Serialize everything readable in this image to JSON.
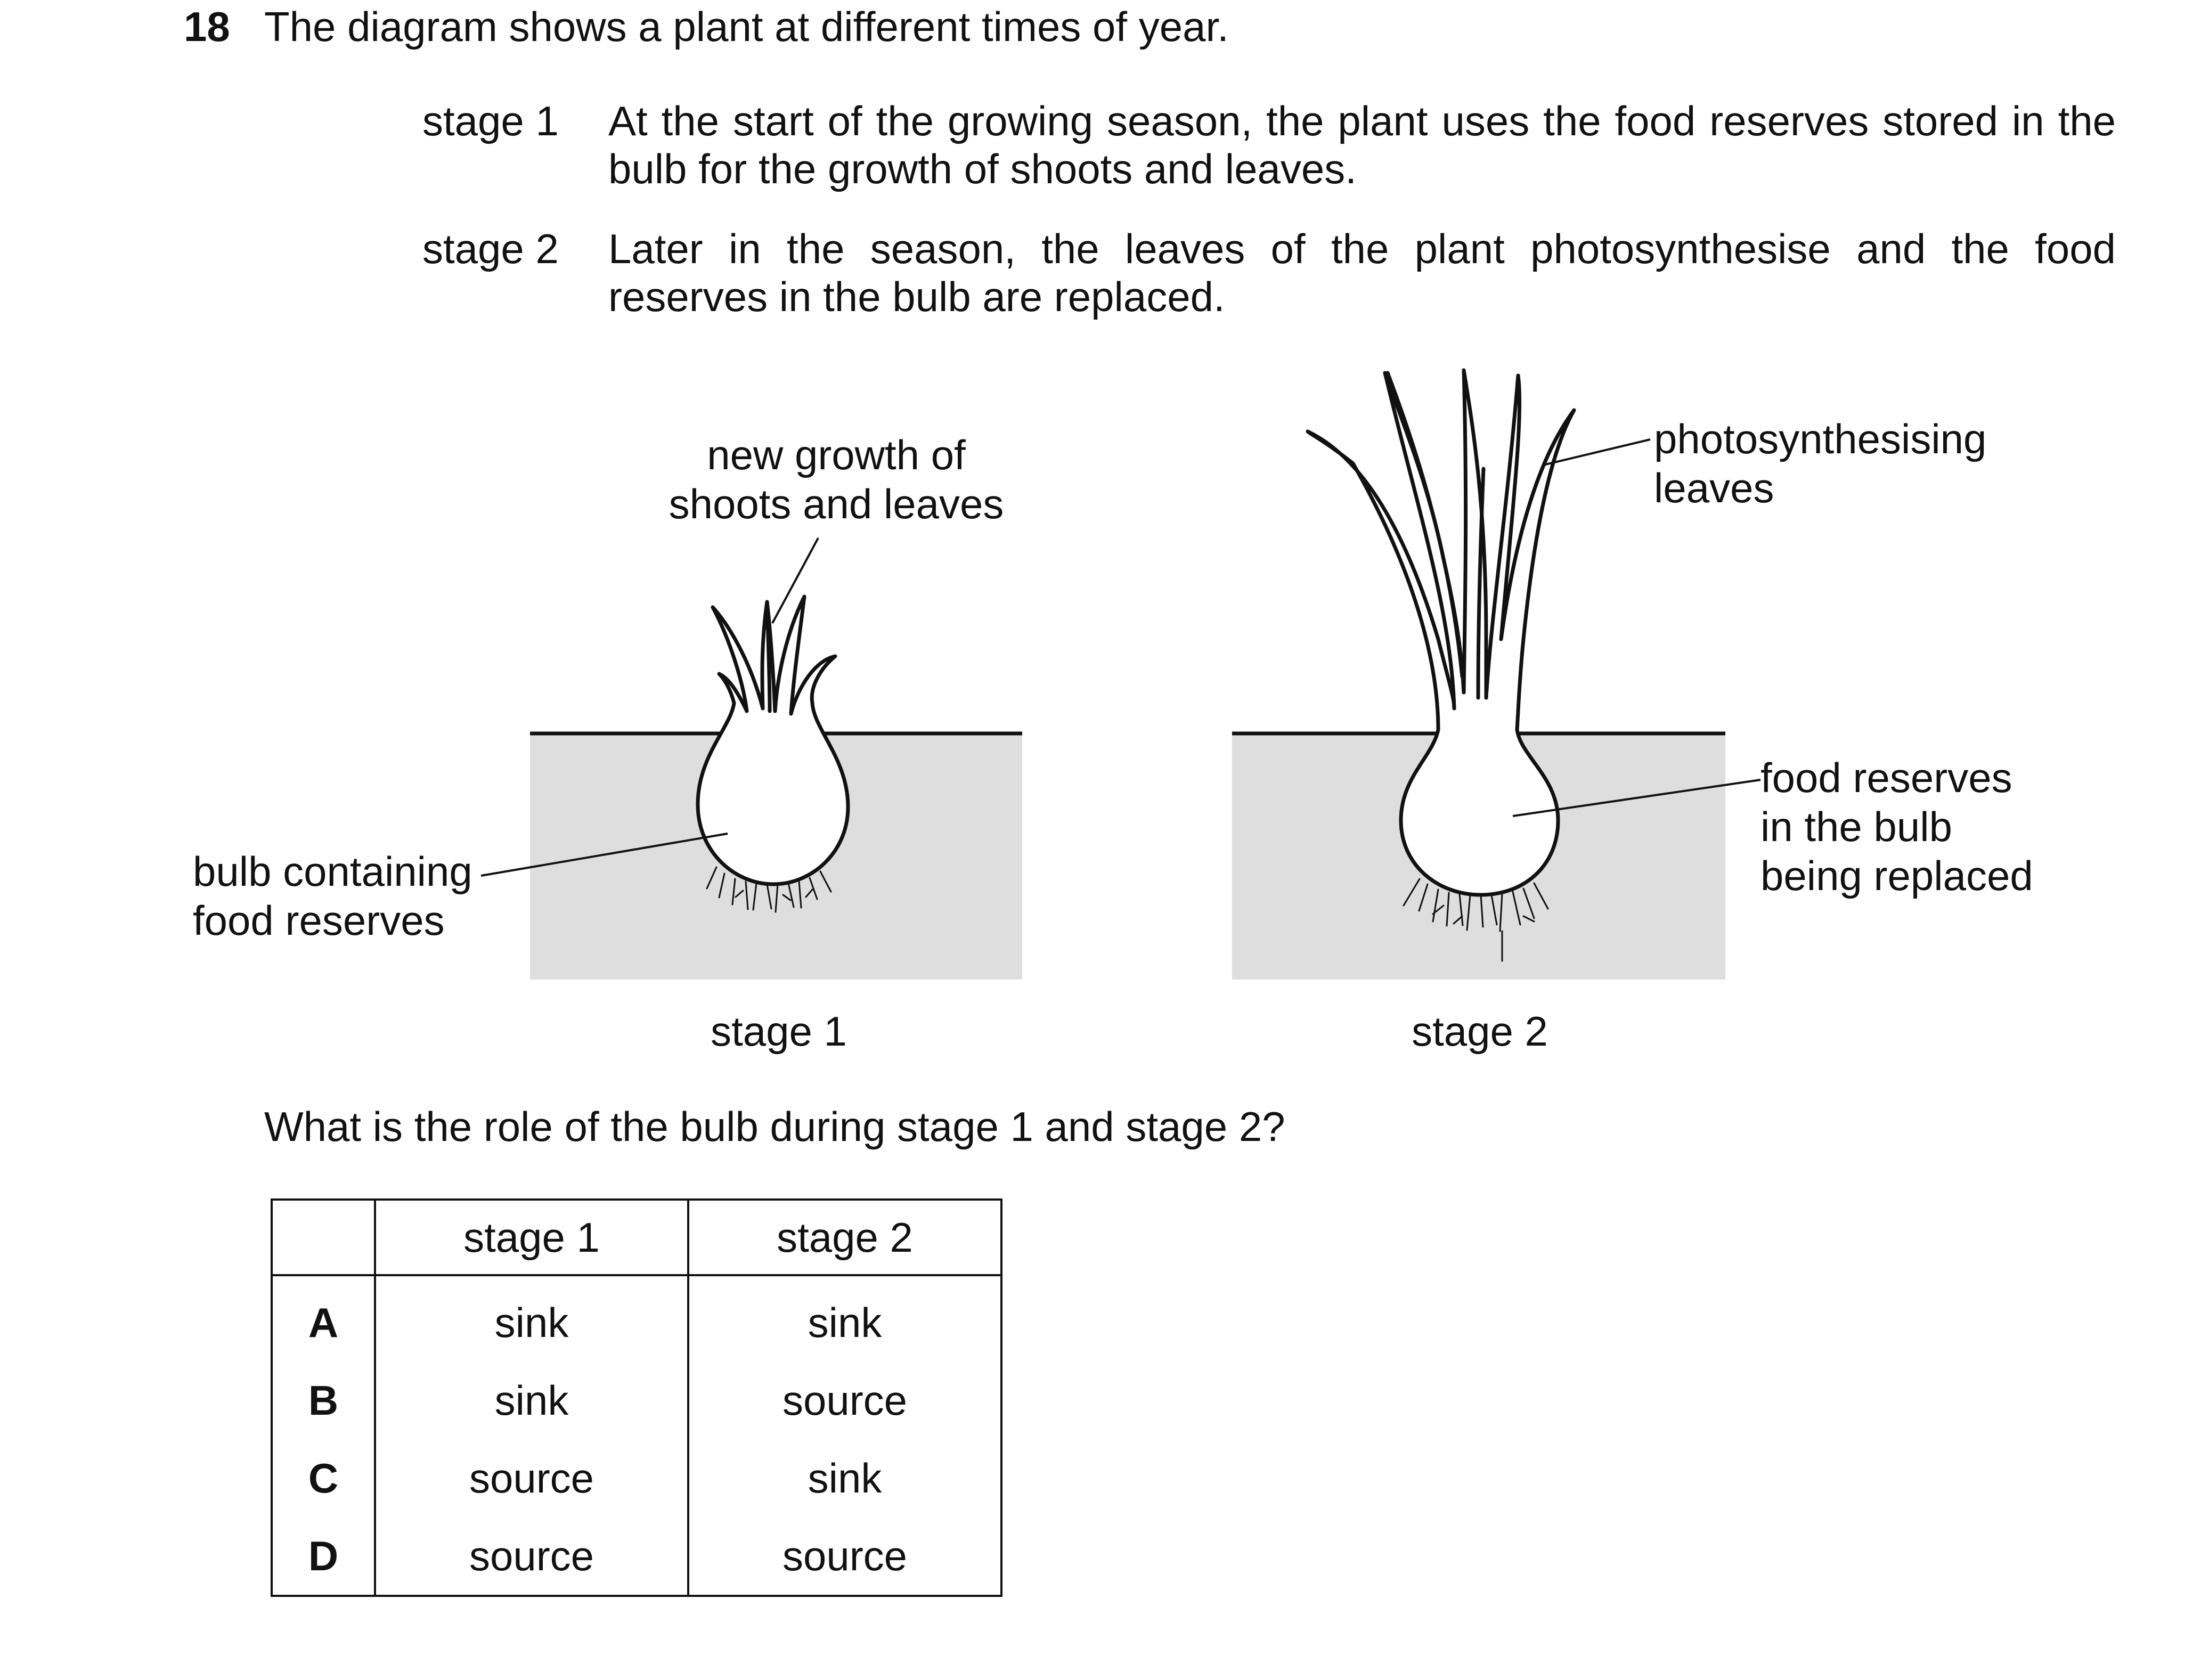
{
  "question": {
    "number": "18",
    "intro": "The diagram shows a plant at different times of year.",
    "stages": [
      {
        "label": "stage 1",
        "text": "At the start of the growing season, the plant uses the food reserves stored in the bulb for the growth of shoots and leaves."
      },
      {
        "label": "stage 2",
        "text": "Later in the season, the leaves of the plant photosynthesise and the food reserves in the bulb are replaced."
      }
    ],
    "prompt": "What is the role of the bulb during stage 1 and stage 2?"
  },
  "diagram": {
    "label_new_growth": [
      "new growth of",
      "shoots and leaves"
    ],
    "label_bulb": [
      "bulb containing",
      "food reserves"
    ],
    "label_photo": [
      "photosynthesising",
      "leaves"
    ],
    "label_reserves": [
      "food reserves",
      "in the bulb",
      "being replaced"
    ],
    "caption_1": "stage 1",
    "caption_2": "stage 2",
    "soil_color": "#dedede"
  },
  "table": {
    "headers": [
      "",
      "stage 1",
      "stage 2"
    ],
    "rows": [
      {
        "key": "A",
        "s1": "sink",
        "s2": "sink"
      },
      {
        "key": "B",
        "s1": "sink",
        "s2": "source"
      },
      {
        "key": "C",
        "s1": "source",
        "s2": "sink"
      },
      {
        "key": "D",
        "s1": "source",
        "s2": "source"
      }
    ]
  }
}
